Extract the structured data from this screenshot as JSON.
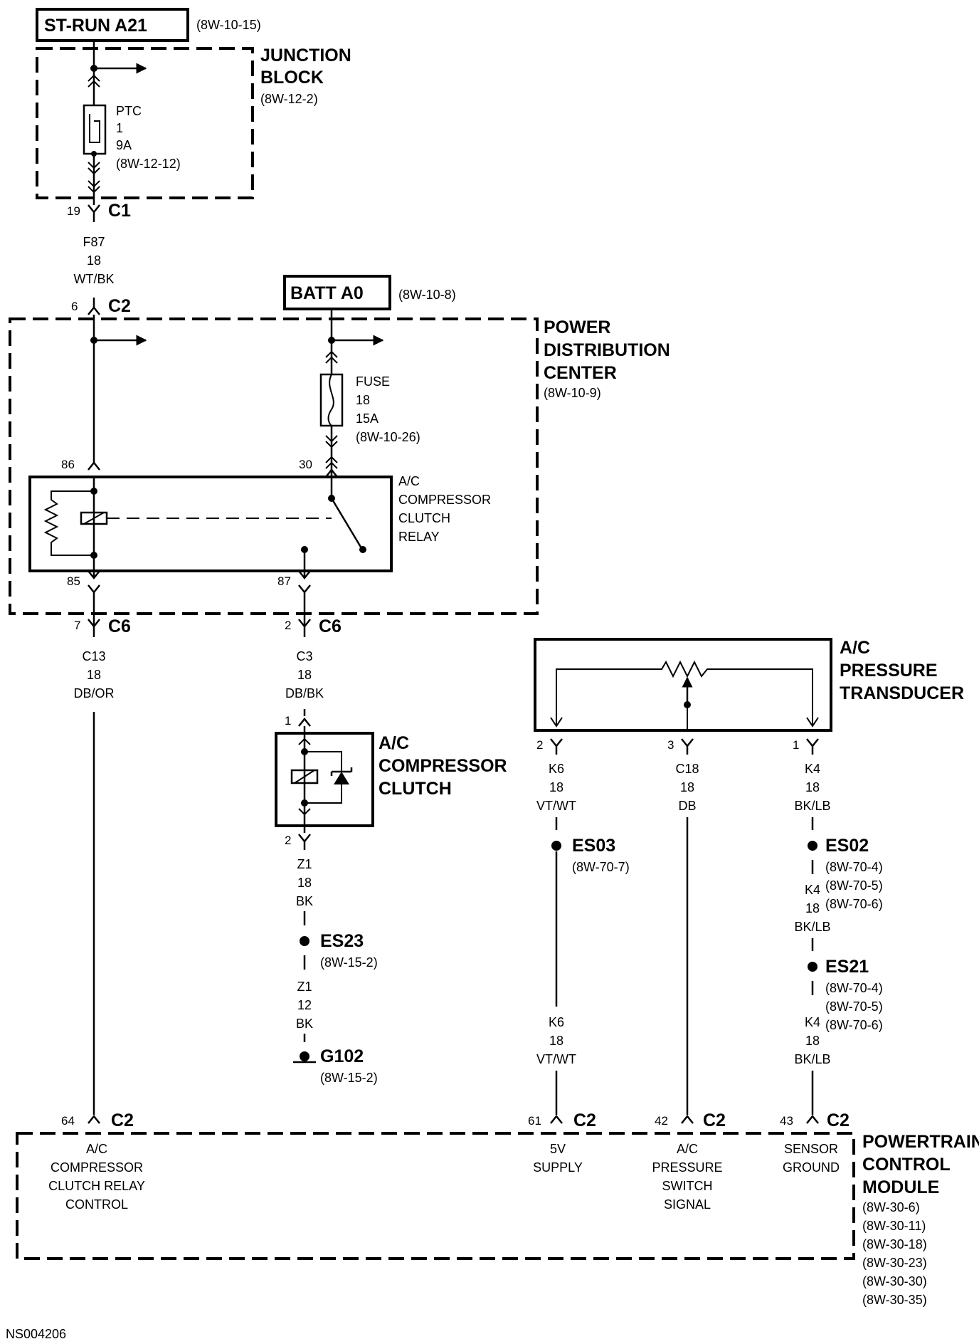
{
  "diagram": {
    "st_run": {
      "title": "ST-RUN A21",
      "ref": "(8W-10-15)"
    },
    "junction_block": {
      "line1": "JUNCTION",
      "line2": "BLOCK",
      "ref": "(8W-12-2)"
    },
    "ptc": {
      "l1": "PTC",
      "l2": "1",
      "l3": "9A",
      "l4": "(8W-12-12)"
    },
    "c1_pin": "19",
    "c1_label": "C1",
    "wire_f87": {
      "circuit": "F87",
      "gauge": "18",
      "color": "WT/BK"
    },
    "c2_top_pin": "6",
    "c2_top_label": "C2",
    "batt": {
      "title": "BATT A0",
      "ref": "(8W-10-8)"
    },
    "pdc": {
      "line1": "POWER",
      "line2": "DISTRIBUTION",
      "line3": "CENTER",
      "ref": "(8W-10-9)"
    },
    "fuse": {
      "l1": "FUSE",
      "l2": "18",
      "l3": "15A",
      "l4": "(8W-10-26)"
    },
    "relay": {
      "pin86": "86",
      "pin30": "30",
      "pin85": "85",
      "pin87": "87",
      "l1": "A/C",
      "l2": "COMPRESSOR",
      "l3": "CLUTCH",
      "l4": "RELAY"
    },
    "c6_left_pin": "7",
    "c6_left_label": "C6",
    "c6_right_pin": "2",
    "c6_right_label": "C6",
    "wire_c13": {
      "circuit": "C13",
      "gauge": "18",
      "color": "DB/OR"
    },
    "wire_c3": {
      "circuit": "C3",
      "gauge": "18",
      "color": "DB/BK"
    },
    "clutch": {
      "pin_top": "1",
      "pin_bottom": "2",
      "l1": "A/C",
      "l2": "COMPRESSOR",
      "l3": "CLUTCH"
    },
    "wire_z1_a": {
      "circuit": "Z1",
      "gauge": "18",
      "color": "BK"
    },
    "es23": {
      "label": "ES23",
      "ref": "(8W-15-2)"
    },
    "wire_z1_b": {
      "circuit": "Z1",
      "gauge": "12",
      "color": "BK"
    },
    "g102": {
      "label": "G102",
      "ref": "(8W-15-2)"
    },
    "transducer": {
      "l1": "A/C",
      "l2": "PRESSURE",
      "l3": "TRANSDUCER",
      "pin_left": "2",
      "pin_mid": "3",
      "pin_right": "1"
    },
    "wire_k6_a": {
      "circuit": "K6",
      "gauge": "18",
      "color": "VT/WT"
    },
    "wire_c18": {
      "circuit": "C18",
      "gauge": "18",
      "color": "DB"
    },
    "wire_k4_a": {
      "circuit": "K4",
      "gauge": "18",
      "color": "BK/LB"
    },
    "es03": {
      "label": "ES03",
      "ref": "(8W-70-7)"
    },
    "es02": {
      "label": "ES02",
      "refs": [
        "(8W-70-4)",
        "(8W-70-5)",
        "(8W-70-6)"
      ]
    },
    "wire_k4_b": {
      "circuit": "K4",
      "gauge": "18",
      "color": "BK/LB"
    },
    "es21": {
      "label": "ES21",
      "refs": [
        "(8W-70-4)",
        "(8W-70-5)",
        "(8W-70-6)"
      ]
    },
    "wire_k4_c": {
      "circuit": "K4",
      "gauge": "18",
      "color": "BK/LB"
    },
    "wire_k6_b": {
      "circuit": "K6",
      "gauge": "18",
      "color": "VT/WT"
    },
    "pcm_pins": [
      {
        "pin": "64",
        "conn": "C2",
        "desc": [
          "A/C",
          "COMPRESSOR",
          "CLUTCH RELAY",
          "CONTROL"
        ]
      },
      {
        "pin": "61",
        "conn": "C2",
        "desc": [
          "5V",
          "SUPPLY"
        ]
      },
      {
        "pin": "42",
        "conn": "C2",
        "desc": [
          "A/C",
          "PRESSURE",
          "SWITCH",
          "SIGNAL"
        ]
      },
      {
        "pin": "43",
        "conn": "C2",
        "desc": [
          "SENSOR",
          "GROUND"
        ]
      }
    ],
    "pcm": {
      "l1": "POWERTRAIN",
      "l2": "CONTROL",
      "l3": "MODULE",
      "refs": [
        "(8W-30-6)",
        "(8W-30-11)",
        "(8W-30-18)",
        "(8W-30-23)",
        "(8W-30-30)",
        "(8W-30-35)"
      ]
    },
    "footer": "NS004206"
  }
}
